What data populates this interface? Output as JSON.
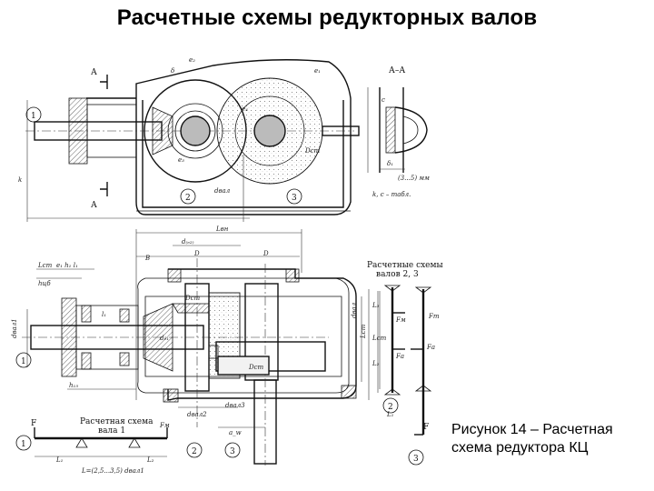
{
  "title": "Расчетные схемы редукторных валов",
  "caption": "Рисунок 14 – Расчетная схема редуктора КЦ",
  "labels": {
    "shaft_1": "1",
    "shaft_2": "2",
    "shaft_3": "3",
    "section_mark": "А",
    "section_view": "А–А",
    "scheme_shafts_23_line1": "Расчетные схемы",
    "scheme_shafts_23_line2": "валов 2, 3",
    "scheme_shaft_1_line1": "Расчетная схема",
    "scheme_shaft_1_line2": "вала 1",
    "table_note": "k, c – табл.",
    "force_f": "F",
    "force_fm": "Fм",
    "force_ft": "Fт",
    "force_fa": "Fа",
    "len_l1": "L₁",
    "len_l2": "L₂",
    "len_l3": "L₃",
    "len_formula": "L=(2,5...3,5) dвал1",
    "len_l_vn": "Lвн",
    "range_3_5": "(3...5) мм"
  }
}
